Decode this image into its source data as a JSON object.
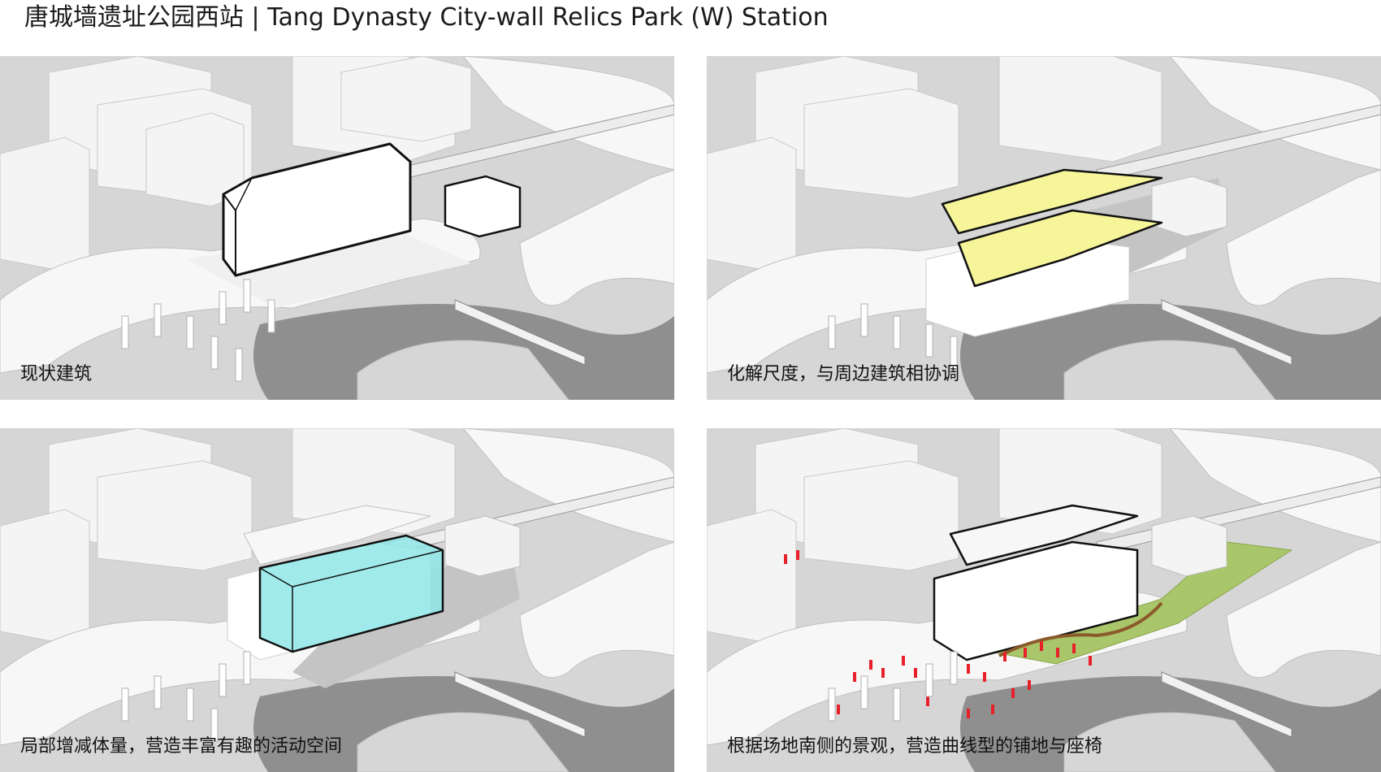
{
  "title": "唐城墙遗址公园西站 | Tang Dynasty City-wall Relics Park (W) Station",
  "panels": [
    {
      "caption": "现状建筑",
      "highlight": "existing-building"
    },
    {
      "caption": "化解尺度，与周边建筑相协调",
      "highlight": "roof",
      "highlight_color": "#f7f59a"
    },
    {
      "caption": "局部增减体量，营造丰富有趣的活动空间",
      "highlight": "glass-volume",
      "highlight_color": "#8fe6e8"
    },
    {
      "caption": "根据场地南侧的景观，营造曲线型的铺地与座椅",
      "highlight": "landscape",
      "highlight_color": "#a9c66a",
      "figure_color": "#e8202a"
    }
  ],
  "colors": {
    "ground": "#d6d6d6",
    "road": "#b3b3b3",
    "dark_road": "#8f8f8f",
    "building": "#f4f4f4"
  }
}
